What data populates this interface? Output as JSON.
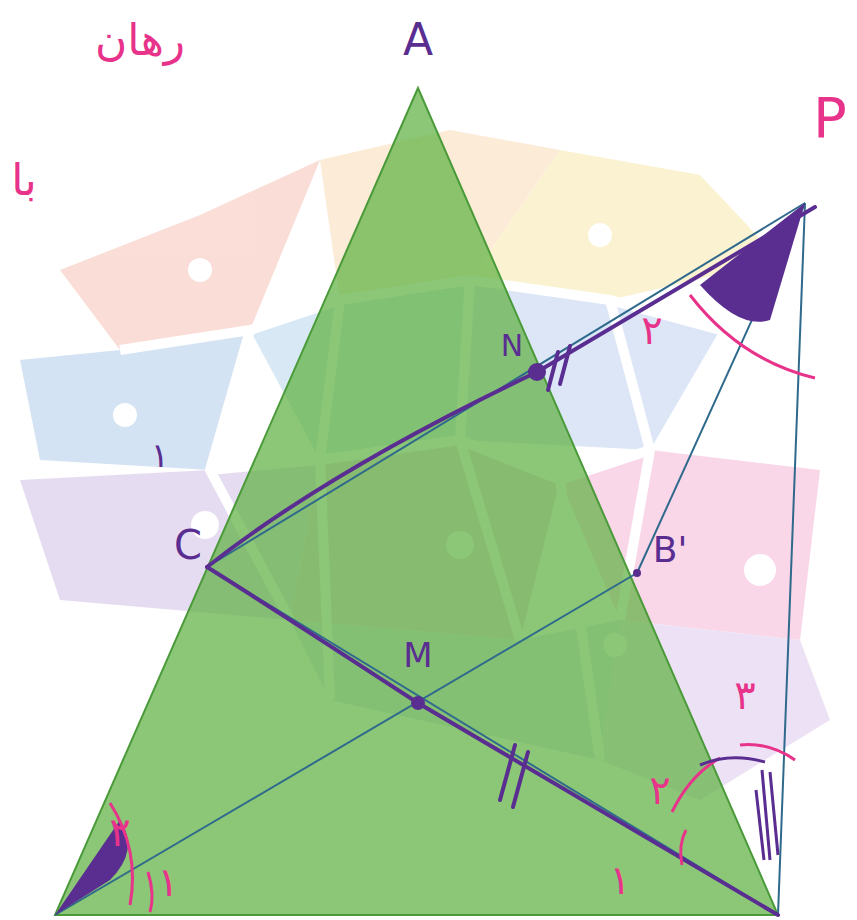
{
  "diagram": {
    "labels": [
      "رهان",
      "با",
      "A",
      "P",
      "N",
      "۲",
      "۱",
      "۱",
      "C",
      "B'",
      "M",
      "۳",
      "۲",
      "۱",
      "۲",
      "۱"
    ]
  }
}
